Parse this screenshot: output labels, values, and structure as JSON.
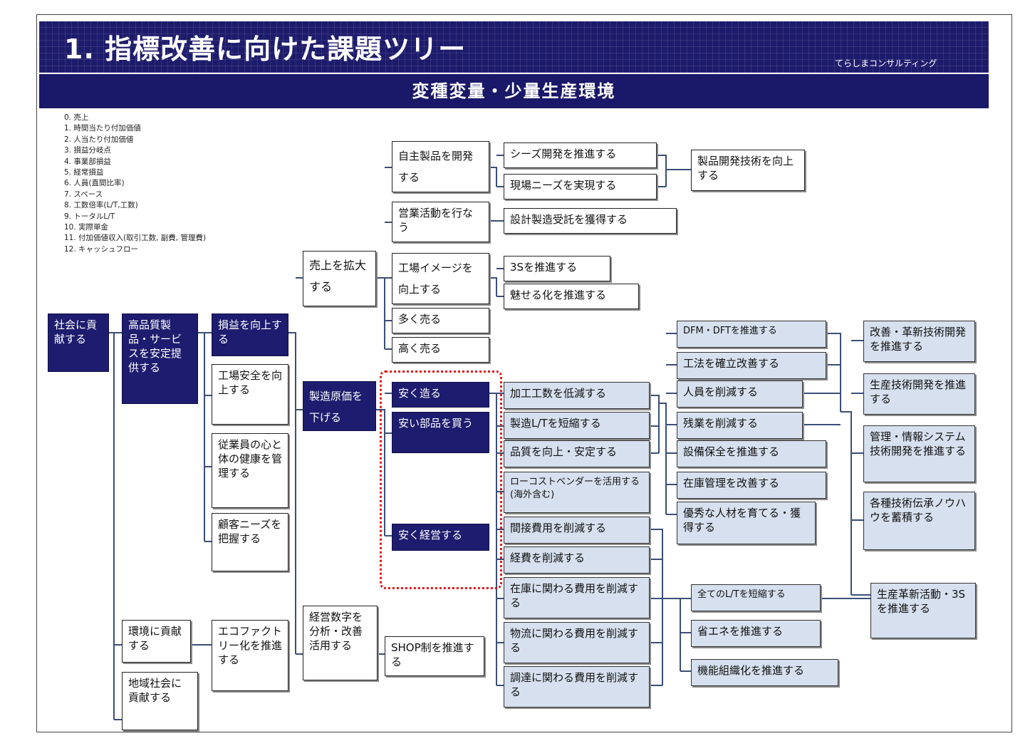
{
  "header": {
    "title": "1. 指標改善に向けた課題ツリー",
    "company": "てらしまコンサルティング",
    "subtitle": "変種変量・少量生産環境"
  },
  "legend": [
    "0. 売上",
    "1. 時間当たり付加価値",
    "2. 人当たり付加価値",
    "3. 損益分岐点",
    "4. 事業部損益",
    "5. 経常損益",
    "6. 人員(直間比率)",
    "7. スペース",
    "8. 工数倍率(L/T,工数)",
    "9. トータルL/T",
    "10. 実際単金",
    "11. 付加価値収入(取引工数, 副費, 管理費)",
    "12. キャッシュフロー"
  ],
  "nodes": {
    "root": "社会に貢献する",
    "l2_quality": "高品質製品・サービスを安定提供する",
    "l2_env": "環境に貢献する",
    "l2_community": "地域社会に貢献する",
    "l3_profit": "損益を向上する",
    "l3_safety": "工場安全を向上する",
    "l3_health": "従業員の心と体の健康を管理する",
    "l3_needs": "顧客ニーズを把握する",
    "l3_ecofactory": "エコファクトリー化を推進する",
    "l4_sales": "売上を拡大する",
    "l4_cost": "製造原価を下げる",
    "l4_mgmt": "経営数字を分析・改善活用する",
    "l5_own_product": "自主製品を開発する",
    "l5_marketing": "営業活動を行なう",
    "l5_image": "工場イメージを向上する",
    "l5_sell_more": "多く売る",
    "l5_sell_high": "高く売る",
    "l5_cheap_make": "安く造る",
    "l5_cheap_parts": "安い部品を買う",
    "l5_cheap_manage": "安く経営する",
    "l5_shop": "SHOP制を推進する",
    "l6_seeds": "シーズ開発を推進する",
    "l6_field_needs": "現場ニーズを実現する",
    "l6_design_order": "設計製造受託を獲得する",
    "l6_3s": "3Sを推進する",
    "l6_showing": "魅せる化を推進する",
    "l6_process_hours": "加工工数を低減する",
    "l6_mfg_lt": "製造L/Tを短縮する",
    "l6_quality": "品質を向上・安定する",
    "l6_lowcost_vendor": "ローコストベンダーを活用する(海外含む)",
    "l6_indirect_cost": "間接費用を削減する",
    "l6_expenses": "経費を削減する",
    "l6_inventory_cost": "在庫に関わる費用を削減する",
    "l6_logistics_cost": "物流に関わる費用を削減する",
    "l6_procurement_cost": "調達に関わる費用を削減する",
    "l7_product_tech": "製品開発技術を向上する",
    "l7_dfm": "DFM・DFTを推進する",
    "l7_method": "工法を確立改善する",
    "l7_staff_cut": "人員を削減する",
    "l7_overtime": "残業を削減する",
    "l7_maintenance": "設備保全を推進する",
    "l7_stock_mgmt": "在庫管理を改善する",
    "l7_talent": "優秀な人材を育てる・獲得する",
    "l7_all_lt": "全てのL/Tを短縮する",
    "l7_energy": "省エネを推進する",
    "l7_org": "機能組織化を推進する",
    "l8_innovation_tech": "改善・革新技術開発を推進する",
    "l8_prod_tech": "生産技術開発を推進する",
    "l8_info_system": "管理・情報システム技術開発を推進する",
    "l8_knowhow": "各種技術伝承ノウハウを蓄積する",
    "l8_innovation_3s": "生産革新活動・3Sを推進する"
  },
  "colors": {
    "dark_navy": "#1d1c6e",
    "light_blue": "#d6e0ee",
    "highlight": "#e01515",
    "connector": "#3a4e78"
  }
}
